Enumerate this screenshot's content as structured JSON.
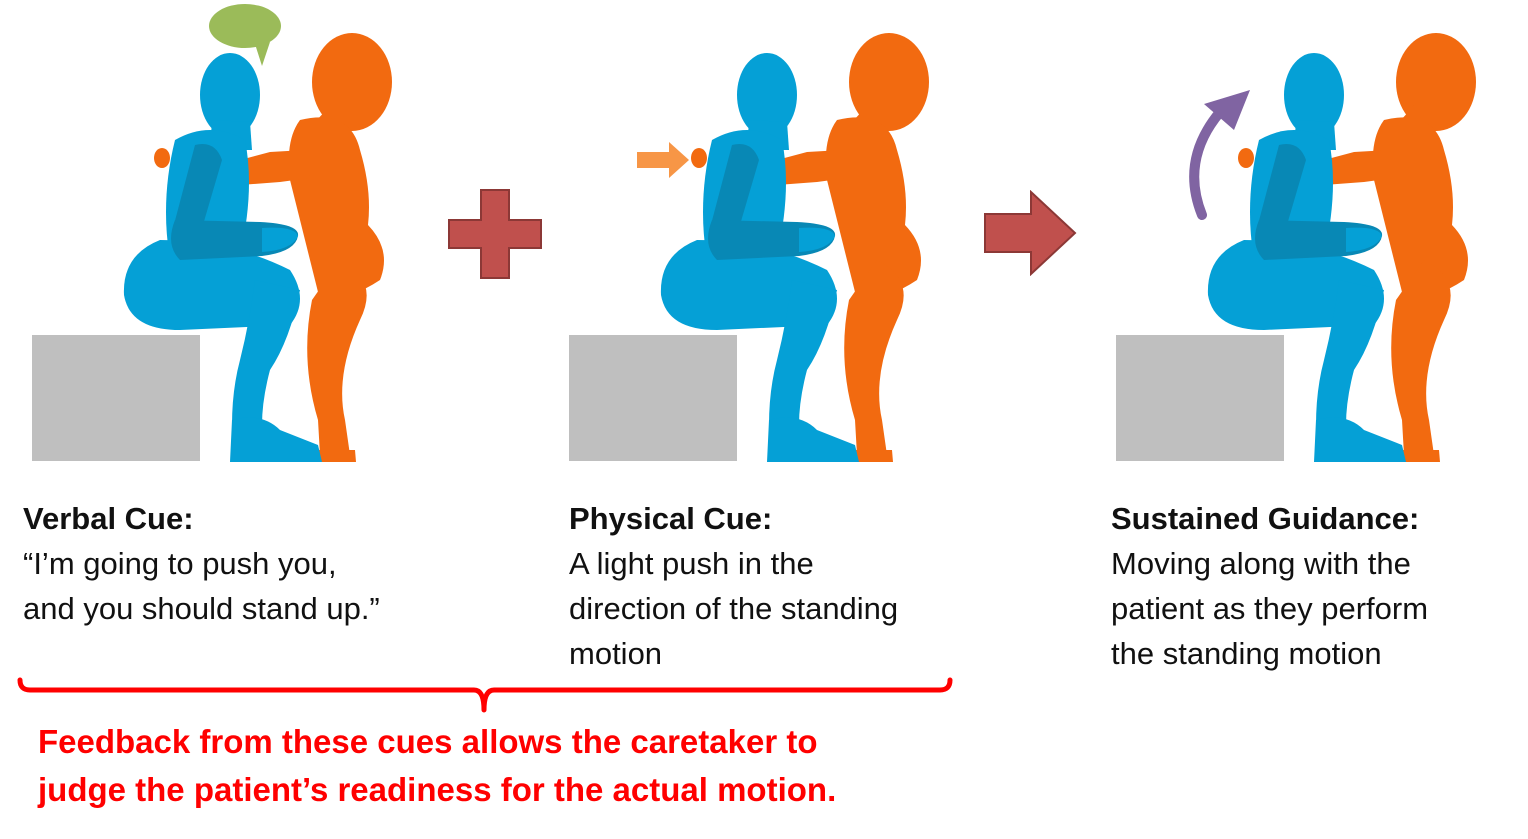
{
  "panels": [
    {
      "title": "Verbal Cue:",
      "lines": [
        "“I’m going to push you,",
        "and you should stand up.”"
      ]
    },
    {
      "title": "Physical Cue:",
      "lines": [
        "A light push in the",
        "direction of the standing",
        "motion"
      ]
    },
    {
      "title": "Sustained Guidance:",
      "lines": [
        "Moving along with the",
        "patient as they perform",
        "the standing motion"
      ]
    }
  ],
  "footer": {
    "lines": [
      "Feedback from these cues allows the caretaker to",
      "judge the patient’s readiness for the actual motion."
    ]
  },
  "colors": {
    "patient": "#05a0d6",
    "patient_arm": "#0888b5",
    "caretaker": "#f26a10",
    "box": "#bfbfbf",
    "speech_bubble": "#9bbb59",
    "operator": "#c0504d",
    "push_arrow": "#f79646",
    "motion_arrow": "#8064a2",
    "bracket": "#ff0000"
  },
  "icons": {
    "plus": "plus-icon",
    "next": "arrow-right-icon",
    "speech": "speech-bubble-icon",
    "push": "push-arrow-icon",
    "motion": "curved-arrow-icon"
  }
}
